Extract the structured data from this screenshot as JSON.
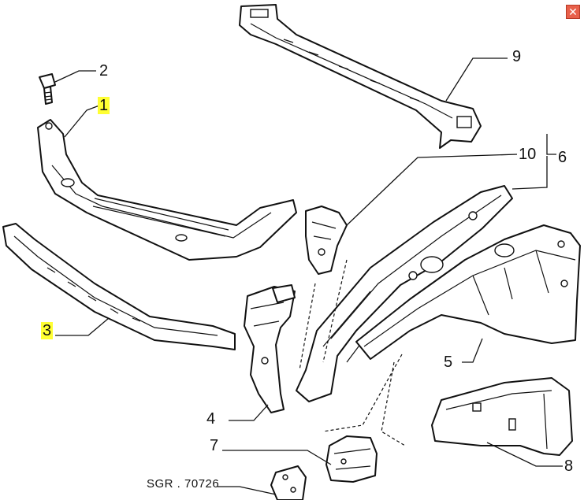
{
  "diagram": {
    "reference_code": "SGR . 70726",
    "callouts": [
      {
        "id": "1",
        "label": "1",
        "highlighted": true
      },
      {
        "id": "2",
        "label": "2",
        "highlighted": false
      },
      {
        "id": "3",
        "label": "3",
        "highlighted": true
      },
      {
        "id": "4",
        "label": "4",
        "highlighted": false
      },
      {
        "id": "5",
        "label": "5",
        "highlighted": false
      },
      {
        "id": "6",
        "label": "6",
        "highlighted": false
      },
      {
        "id": "7",
        "label": "7",
        "highlighted": false
      },
      {
        "id": "8",
        "label": "8",
        "highlighted": false
      },
      {
        "id": "9",
        "label": "9",
        "highlighted": false
      },
      {
        "id": "10",
        "label": "10",
        "highlighted": false
      }
    ],
    "highlight_color": "#ffff33"
  },
  "controls": {
    "close_icon": "close-icon",
    "close_symbol": "✕",
    "close_color": "#e8604a"
  }
}
